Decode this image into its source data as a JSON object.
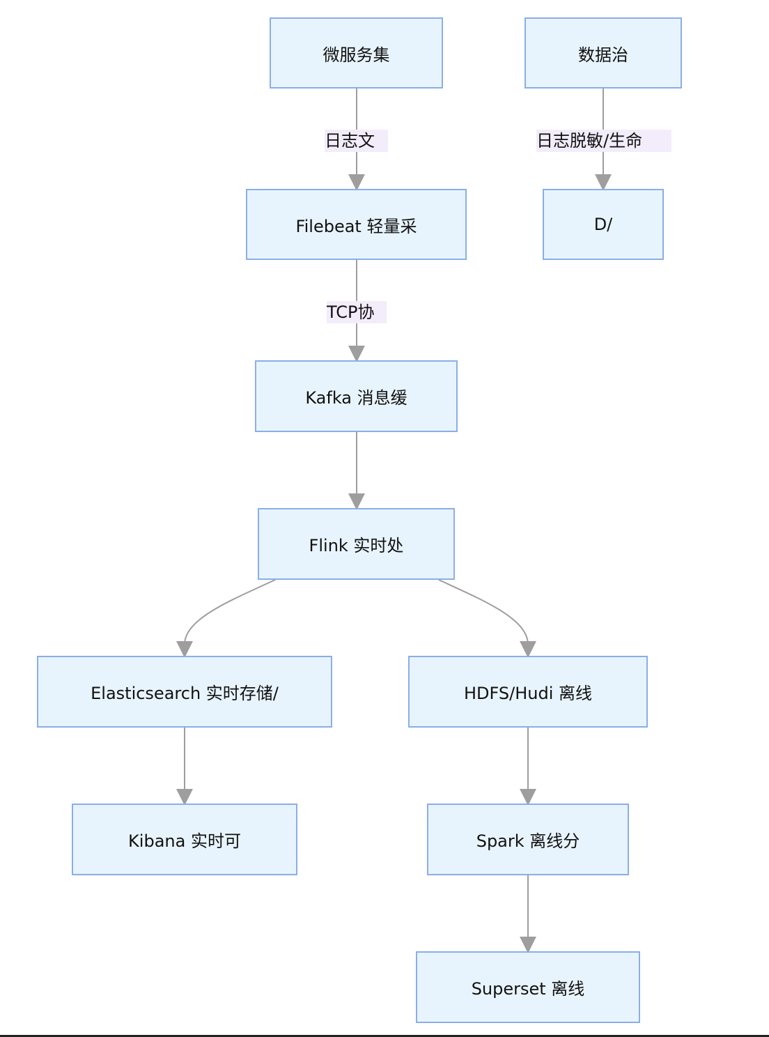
{
  "nodes": {
    "microservices": "微服务集",
    "governance": "数据治",
    "filebeat": "Filebeat 轻量采",
    "dp": "D/",
    "kafka": "Kafka 消息缓",
    "flink": "Flink 实时处",
    "elasticsearch": "Elasticsearch 实时存储/",
    "hdfs": "HDFS/Hudi 离线",
    "kibana": "Kibana 实时可",
    "spark": "Spark 离线分",
    "superset": "Superset 离线"
  },
  "edge_labels": {
    "log_files": "日志文",
    "desensitize": "日志脱敏/生命",
    "tcp": "TCP协"
  },
  "colors": {
    "node_fill": "#e8f4fd",
    "node_border": "#8aaee8",
    "edge": "#9e9e9e",
    "edge_label_bg": "#f3ecfb"
  }
}
